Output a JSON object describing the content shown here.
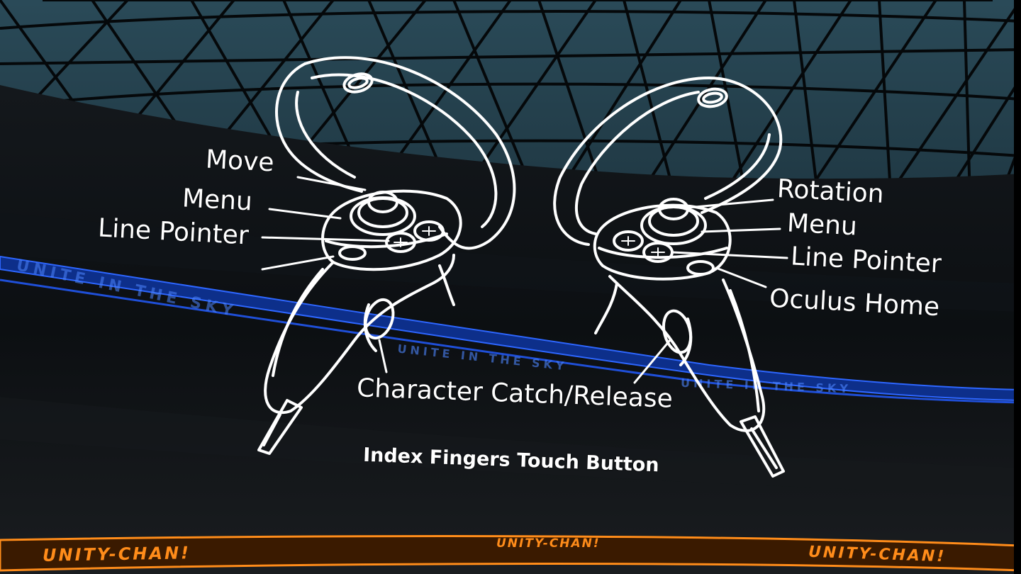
{
  "scene": {
    "dome_color": "#1e3540",
    "floor_color": "#0b0e11",
    "accent_blue": "#1f5cff",
    "accent_orange": "#ff8c1a",
    "lines_color": "#ffffff"
  },
  "banners": {
    "blue_text": "UNITE IN THE SKY",
    "orange_text": "UNITY-CHAN!"
  },
  "labels": {
    "left": {
      "move": "Move",
      "menu": "Menu",
      "line_pointer": "Line Pointer"
    },
    "right": {
      "rotation": "Rotation",
      "menu": "Menu",
      "line_pointer": "Line Pointer",
      "oculus_home": "Oculus Home"
    },
    "center": {
      "character_catch": "Character Catch/Release",
      "index_fingers": "Index Fingers Touch Button"
    }
  }
}
